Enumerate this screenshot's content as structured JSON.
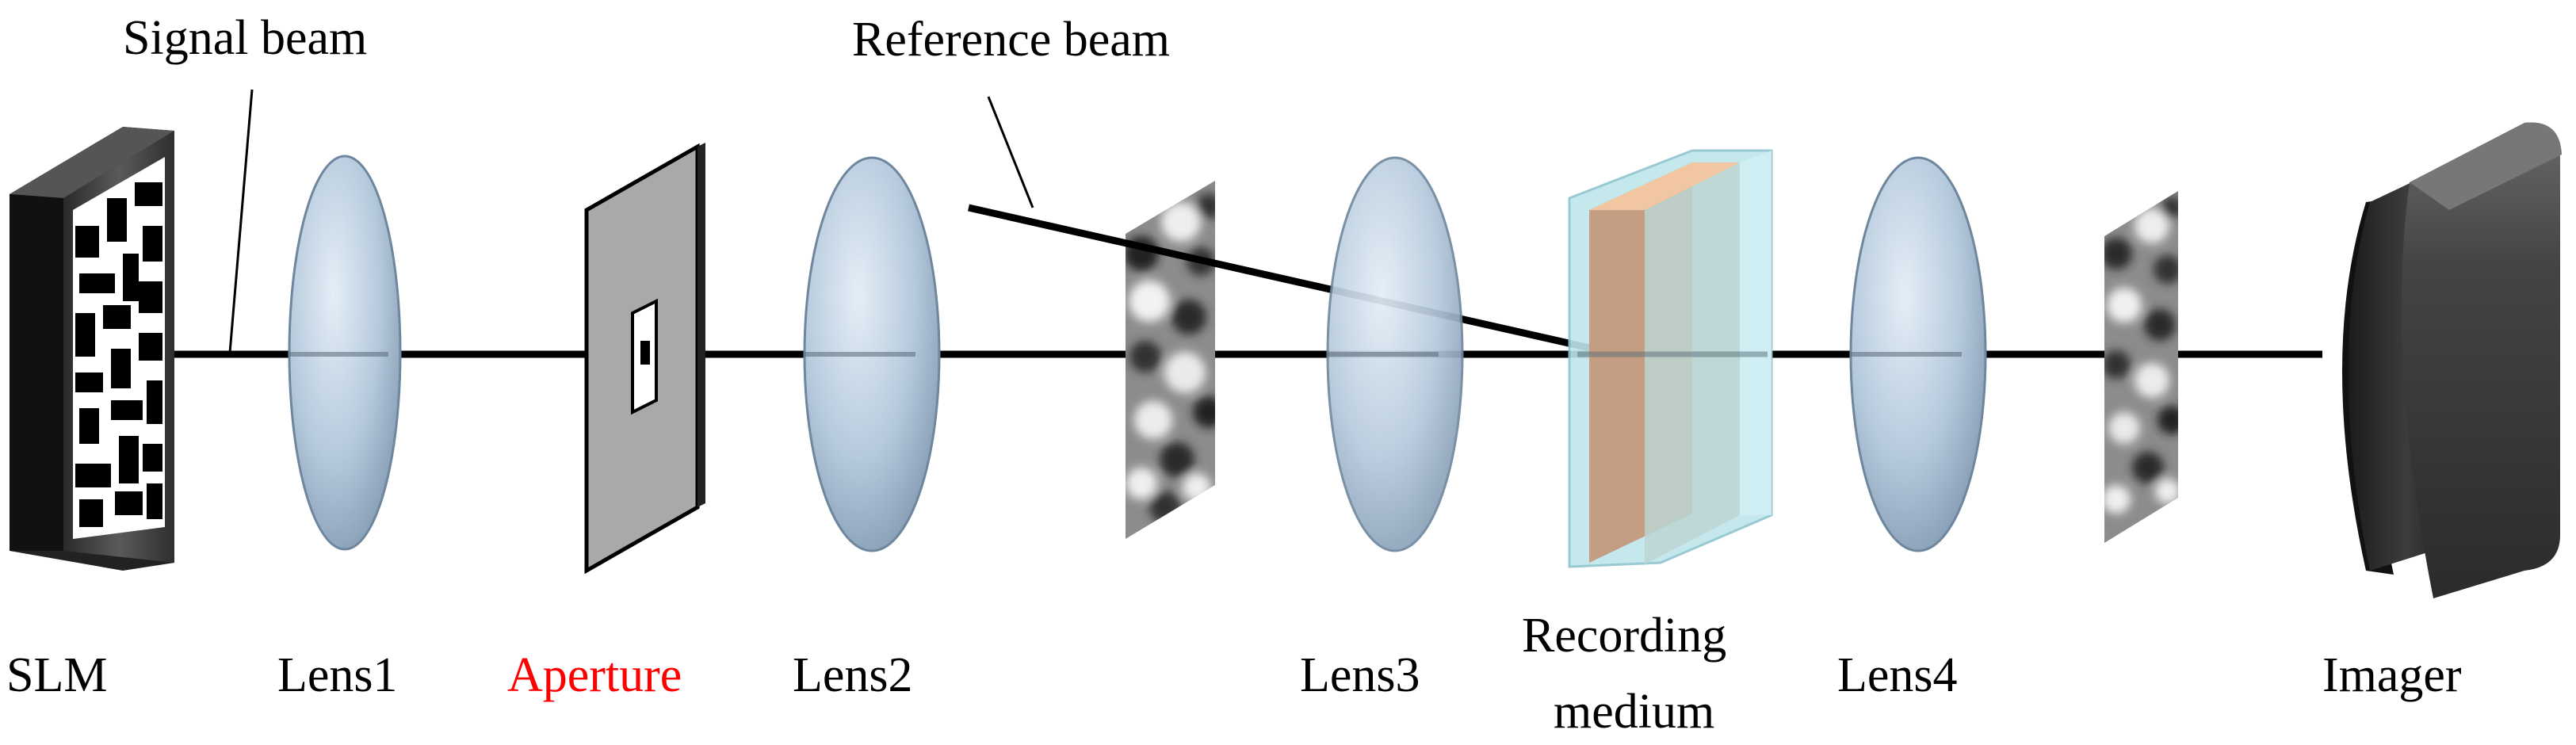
{
  "labels": {
    "signal_beam": "Signal beam",
    "reference_beam": "Reference beam",
    "slm": "SLM",
    "lens1": "Lens1",
    "aperture": "Aperture",
    "lens2": "Lens2",
    "lens3": "Lens3",
    "recording_line1": "Recording",
    "recording_line2": "medium",
    "lens4": "Lens4",
    "imager": "Imager"
  },
  "colors": {
    "aperture_label": "#ff0000",
    "beam": "#000000",
    "lens": "#aec4d8",
    "medium_front": "#c49a7d",
    "medium_top": "#f1c6a0",
    "medium_glass": "#bfe6ec"
  }
}
